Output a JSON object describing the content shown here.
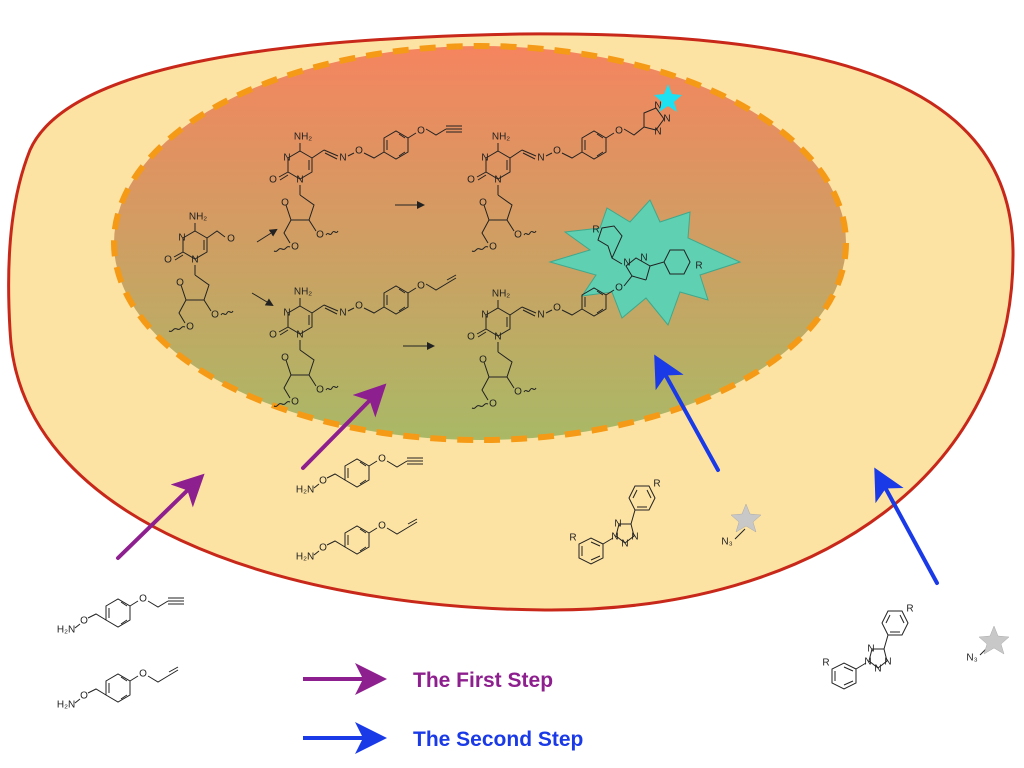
{
  "legend": {
    "first_step": "The First Step",
    "second_step": "The Second Step"
  },
  "colors": {
    "first_step": "#8e1f8e",
    "second_step": "#1a3ae8",
    "cell_fill": "#fde3a3",
    "cell_border": "#c8281a",
    "nucleus_border": "#f59a16",
    "nucleus_top": "#f5845f",
    "nucleus_bottom": "#a9b966",
    "burst": "#5fd0b2",
    "fluor_star": "#1de0f0",
    "quench_star": "#c8c8c8"
  },
  "chem": {
    "nh2": "NH₂",
    "h2n": "H₂N",
    "n": "N",
    "o": "O",
    "r": "R",
    "n3": "N₃"
  }
}
